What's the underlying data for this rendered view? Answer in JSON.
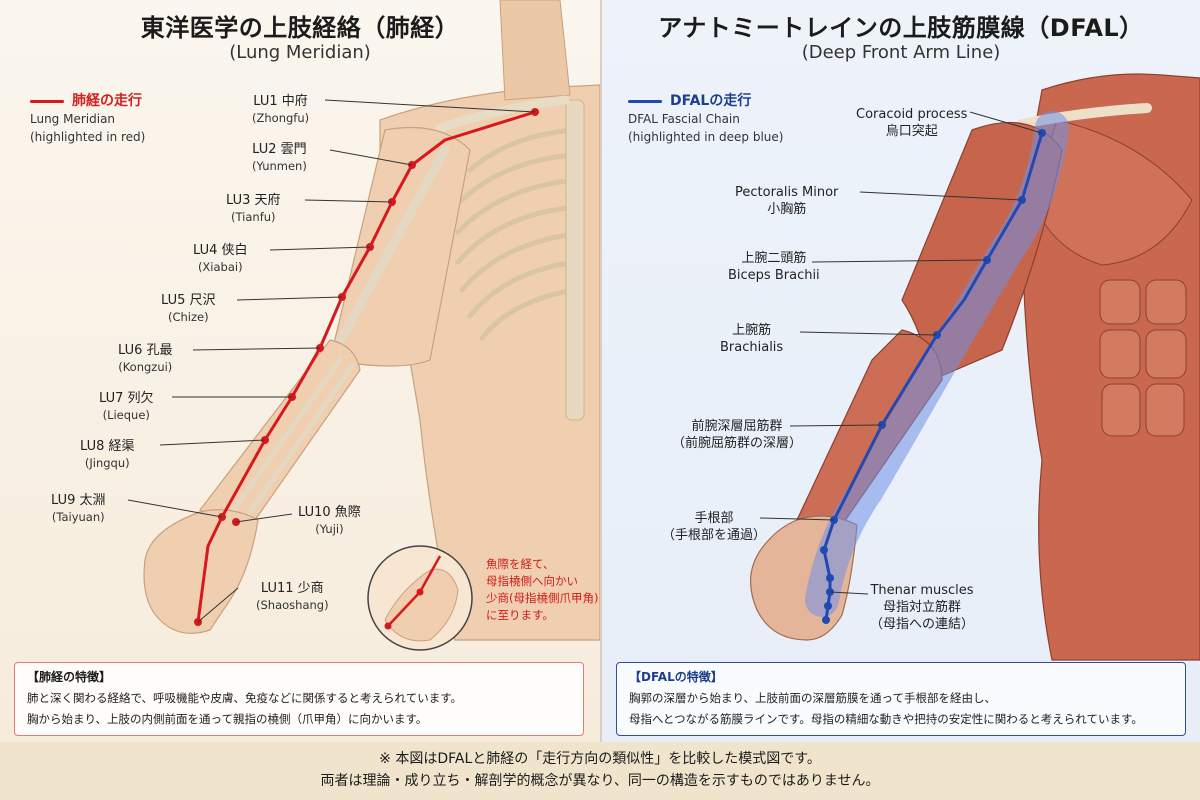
{
  "left": {
    "title": "東洋医学の上肢経絡（肺経）",
    "subtitle": "(Lung Meridian)",
    "legend": {
      "label": "肺経の走行",
      "line1": "Lung Meridian",
      "line2": "(highlighted in red)",
      "color": "#d8181c"
    },
    "points": [
      {
        "name": "LU1 中府",
        "reading": "(Zhongfu)"
      },
      {
        "name": "LU2 雲門",
        "reading": "(Yunmen)"
      },
      {
        "name": "LU3 天府",
        "reading": "(Tianfu)"
      },
      {
        "name": "LU4 侠白",
        "reading": "(Xiabai)"
      },
      {
        "name": "LU5 尺沢",
        "reading": "(Chize)"
      },
      {
        "name": "LU6 孔最",
        "reading": "(Kongzui)"
      },
      {
        "name": "LU7 列欠",
        "reading": "(Lieque)"
      },
      {
        "name": "LU8 経渠",
        "reading": "(Jingqu)"
      },
      {
        "name": "LU9 太淵",
        "reading": "(Taiyuan)"
      },
      {
        "name": "LU10 魚際",
        "reading": "(Yuji)"
      },
      {
        "name": "LU11 少商",
        "reading": "(Shaoshang)"
      }
    ],
    "callout": [
      "魚際を経て、",
      "母指橈側へ向かい",
      "少商(母指橈側爪甲角)",
      "に至ります。"
    ],
    "feature": {
      "heading": "【肺経の特徴】",
      "line1": "肺と深く関わる経絡で、呼吸機能や皮膚、免疫などに関係すると考えられています。",
      "line2": "胸から始まり、上肢の内側前面を通って親指の橈側（爪甲角）に向かいます。"
    }
  },
  "right": {
    "title": "アナトミートレインの上肢筋膜線（DFAL）",
    "subtitle": "(Deep Front Arm Line)",
    "legend": {
      "label": "DFALの走行",
      "line1": "DFAL Fascial Chain",
      "line2": "(highlighted in deep blue)",
      "color": "#1f49b5"
    },
    "labels": [
      {
        "line1": "Coracoid process",
        "line2": "烏口突起"
      },
      {
        "line1": "Pectoralis Minor",
        "line2": "小胸筋"
      },
      {
        "line1": "上腕二頭筋",
        "line2": "Biceps Brachii"
      },
      {
        "line1": "上腕筋",
        "line2": "Brachialis"
      },
      {
        "line1": "前腕深層屈筋群",
        "line2": "（前腕屈筋群の深層）"
      },
      {
        "line1": "手根部",
        "line2": "（手根部を通過）"
      },
      {
        "line1": "Thenar muscles",
        "line2": "母指対立筋群",
        "line3": "（母指への連結）"
      }
    ],
    "feature": {
      "heading": "【DFALの特徴】",
      "line1": "胸郭の深層から始まり、上肢前面の深層筋膜を通って手根部を経由し、",
      "line2": "母指へとつながる筋膜ラインです。母指の精細な動きや把持の安定性に関わると考えられています。"
    }
  },
  "footer": {
    "line1": "※ 本図はDFALと肺経の「走行方向の類似性」を比較した模式図です。",
    "line2": "両者は理論・成り立ち・解剖学的概念が異なり、同一の構造を示すものではありません。"
  }
}
